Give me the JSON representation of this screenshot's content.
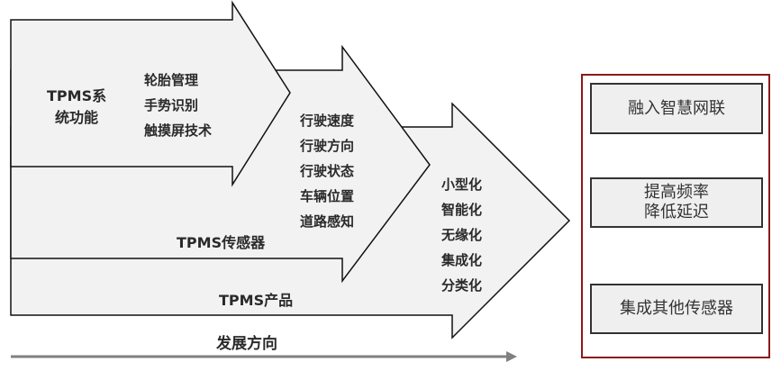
{
  "arrow1": {
    "title": "TPMS系统功能",
    "title_lines": [
      "TPMS系",
      "统功能"
    ],
    "items": [
      "轮胎管理",
      "手势识别",
      "触摸屏技术"
    ]
  },
  "arrow2": {
    "title": "TPMS传感器",
    "items": [
      "行驶速度",
      "行驶方向",
      "行驶状态",
      "车辆位置",
      "道路感知"
    ]
  },
  "arrow3": {
    "title": "TPMS产品",
    "items": [
      "小型化",
      "智能化",
      "无缘化",
      "集成化",
      "分类化"
    ]
  },
  "direction_label": "发展方向",
  "panel": {
    "boxes": [
      {
        "lines": [
          "融入智慧网联"
        ]
      },
      {
        "lines": [
          "提高频率",
          "降低延迟"
        ]
      },
      {
        "lines": [
          "集成其他传感器"
        ]
      }
    ]
  },
  "colors": {
    "arrow_fill": "#f2f2f2",
    "stroke": "#111111",
    "panel_border": "#8b1a1a",
    "direction_arrow": "#808080"
  }
}
